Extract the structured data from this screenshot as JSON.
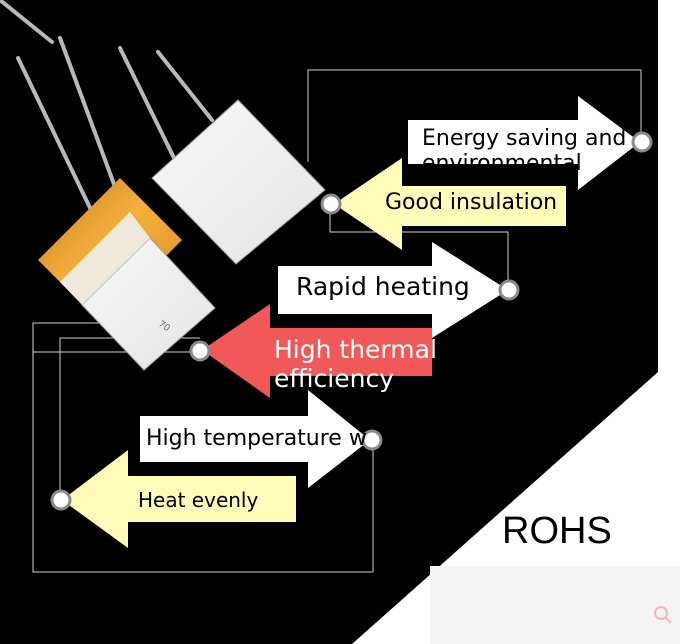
{
  "labels": {
    "energy_saving": "Energy saving and environmental",
    "good_insulation": "Good insulation",
    "rapid_heating": "Rapid heating",
    "high_thermal": "High thermal efficiency",
    "high_temperature": "High temperature w",
    "heat_evenly": "Heat evenly",
    "rohs": "ROHS"
  },
  "colors": {
    "background": "#000000",
    "white_arrow": "#ffffff",
    "yellow_arrow": "#fffbb8",
    "red_arrow": "#f0585a",
    "ceramic": "#eef0ee",
    "foil": "#e59a2a",
    "outline": "#c8c8c8"
  },
  "icons": {
    "corner": "search-icon"
  }
}
